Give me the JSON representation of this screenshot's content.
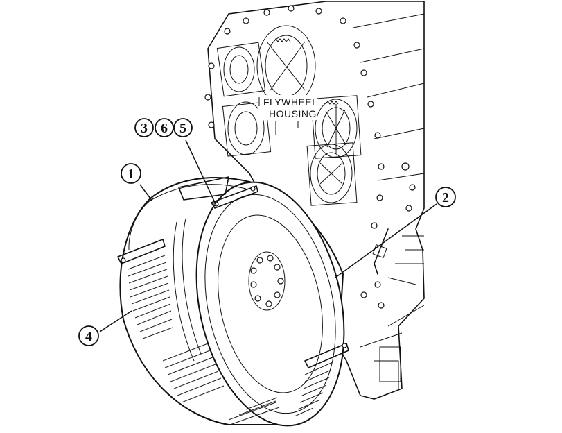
{
  "diagram": {
    "housing_label_line1": "FLYWHEEL",
    "housing_label_line2": "HOUSING",
    "callouts": {
      "c1": "1",
      "c2": "2",
      "c3": "3",
      "c4": "4",
      "c5": "5",
      "c6": "6"
    }
  }
}
